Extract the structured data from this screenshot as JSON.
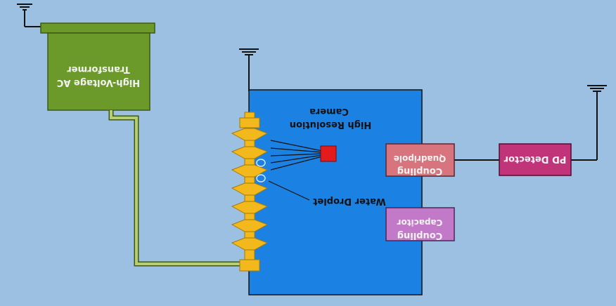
{
  "diagram": {
    "transformer": {
      "line1": "Transformer",
      "line2": "High-Voltage AC"
    },
    "camera": {
      "line1": "Camera",
      "line2": "High Resolution"
    },
    "droplet_label": "Water Droplet",
    "quadripole": {
      "line1": "Quadripole",
      "line2": "Coupling"
    },
    "capacitor": {
      "line1": "Capacitor",
      "line2": "Coupling"
    },
    "pd_detector": "PD Detector"
  },
  "colors": {
    "background": "#9cc0e2",
    "chamber": "#1b82e3",
    "transformer": "#6c9a2a",
    "wire": "#b8cc70",
    "insulator": "#f2b81c",
    "camera": "#e21c1c",
    "quadripole": "#d8747e",
    "capacitor": "#c27ac8",
    "pd_detector": "#c2347a"
  }
}
